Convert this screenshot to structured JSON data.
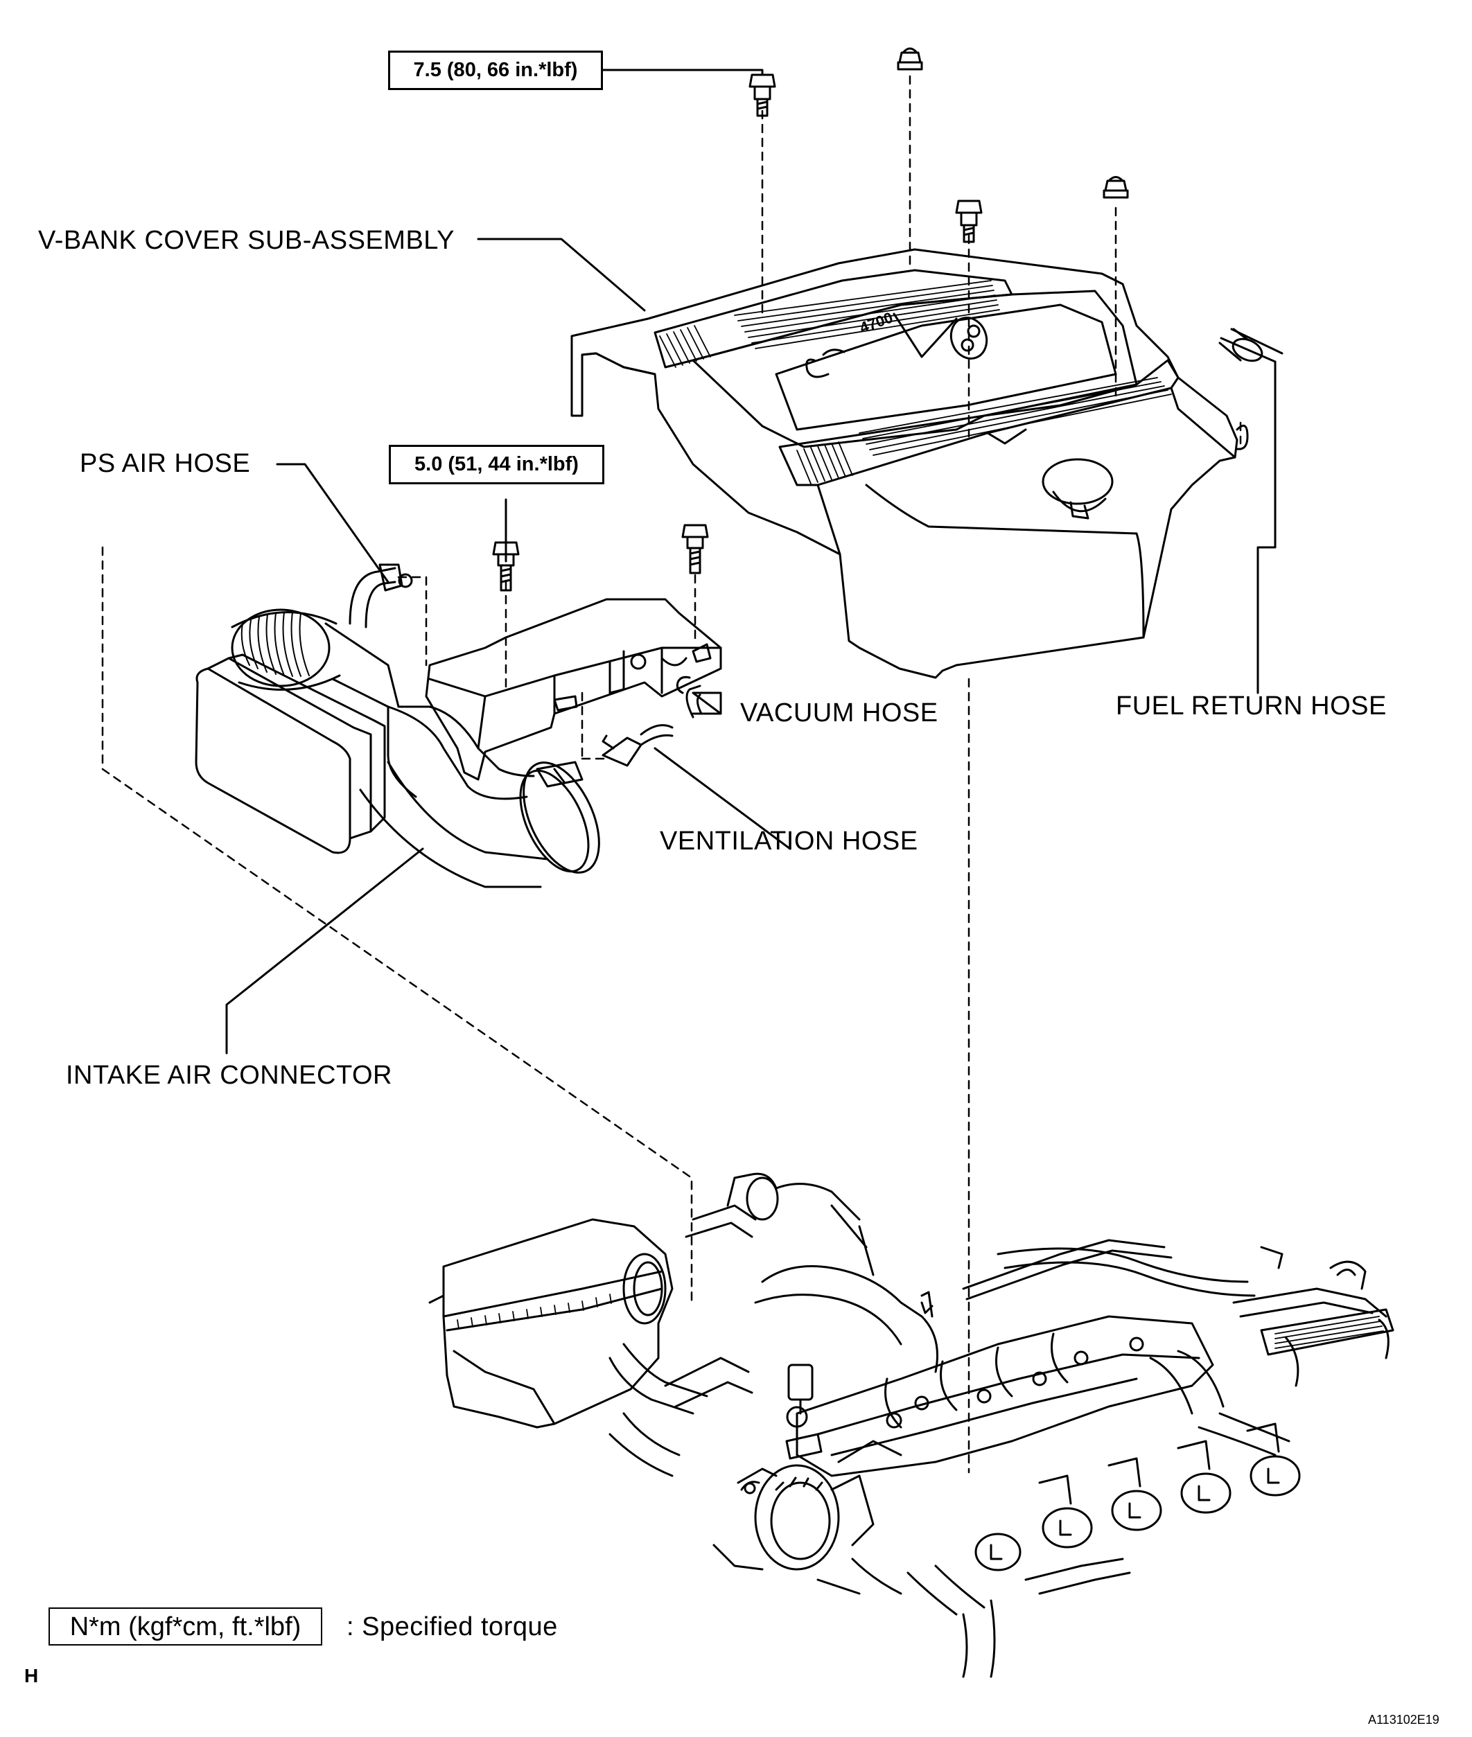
{
  "labels": {
    "vbank_cover": "V-BANK COVER SUB-ASSEMBLY",
    "ps_air_hose": "PS AIR HOSE",
    "vacuum_hose": "VACUUM HOSE",
    "fuel_return_hose": "FUEL RETURN HOSE",
    "ventilation_hose": "VENTILATION HOSE",
    "intake_air_connector": "INTAKE AIR CONNECTOR"
  },
  "torques": {
    "cover_bolt": "7.5 (80, 66 in.*lbf)",
    "connector_bolt": "5.0 (51, 44 in.*lbf)"
  },
  "legend": {
    "unit_box": "N*m (kgf*cm, ft.*lbf)",
    "description": ": Specified torque"
  },
  "corner_letter": "H",
  "figure_code": "A113102E19",
  "cover_logo": "4700"
}
